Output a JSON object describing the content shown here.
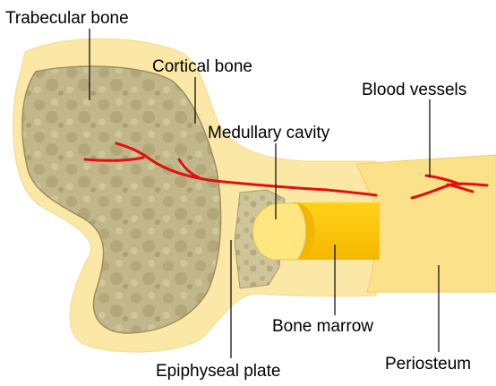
{
  "labels": {
    "trabecular_bone": "Trabecular bone",
    "cortical_bone": "Cortical bone",
    "blood_vessels": "Blood vessels",
    "medullary_cavity": "Medullary cavity",
    "bone_marrow": "Bone marrow",
    "epiphyseal_plate": "Epiphyseal plate",
    "periosteum": "Periosteum"
  },
  "colors": {
    "cortical": "#fbe8a6",
    "trabecular": "#c2b78a",
    "trabecular_dark": "#a89c6c",
    "marrow": "#ffc400",
    "marrow_light": "#ffe36a",
    "periosteum": "#fbe28a",
    "vessel": "#e01010",
    "leader": "#000000"
  }
}
